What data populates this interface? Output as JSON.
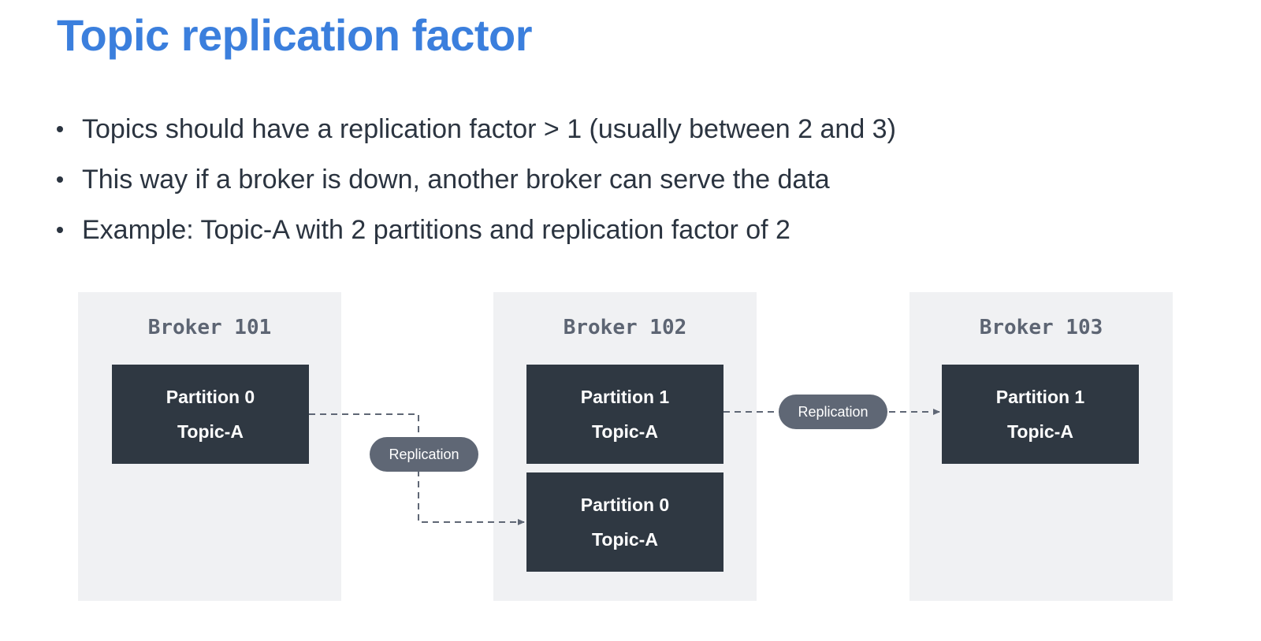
{
  "title": "Topic replication factor",
  "bullets": [
    "Topics should have a replication factor > 1 (usually between 2 and 3)",
    "This way if a broker is down, another broker can serve the data",
    "Example: Topic-A with 2 partitions and replication factor of 2"
  ],
  "brokers": [
    {
      "label": "Broker 101",
      "partitions": [
        {
          "partition": "Partition 0",
          "topic": "Topic-A"
        }
      ]
    },
    {
      "label": "Broker 102",
      "partitions": [
        {
          "partition": "Partition 1",
          "topic": "Topic-A"
        },
        {
          "partition": "Partition 0",
          "topic": "Topic-A"
        }
      ]
    },
    {
      "label": "Broker 103",
      "partitions": [
        {
          "partition": "Partition 1",
          "topic": "Topic-A"
        }
      ]
    }
  ],
  "replication_labels": [
    "Replication",
    "Replication"
  ],
  "colors": {
    "title": "#3b7fdd",
    "text": "#2b3440",
    "broker_bg": "#f0f1f3",
    "partition_bg": "#2f3842",
    "pill_bg": "#5f6775",
    "connector": "#5f6775"
  }
}
